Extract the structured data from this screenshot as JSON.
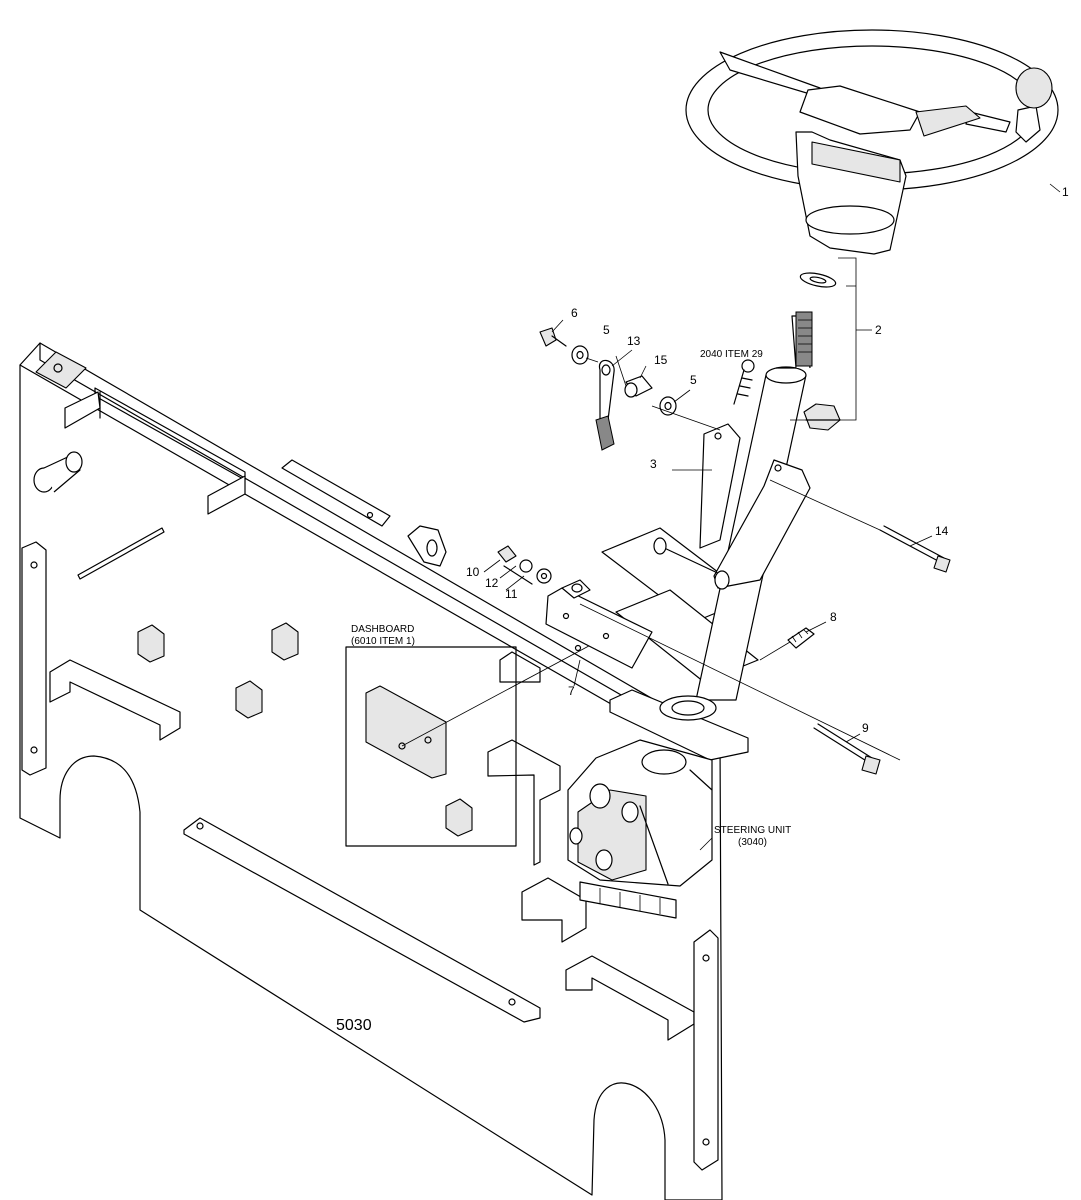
{
  "diagram": {
    "callouts": {
      "c1": "1",
      "c2": "2",
      "c3": "3",
      "c5a": "5",
      "c5b": "5",
      "c6": "6",
      "c7": "7",
      "c8": "8",
      "c9": "9",
      "c10": "10",
      "c11": "11",
      "c12": "12",
      "c13": "13",
      "c14": "14",
      "c15": "15"
    },
    "ref_2040": "2040 ITEM 29",
    "dashboard_line1": "DASHBOARD",
    "dashboard_line2": "(6010 ITEM 1)",
    "steering_line1": "STEERING UNIT",
    "steering_line2": "(3040)",
    "panel_code": "5030"
  }
}
